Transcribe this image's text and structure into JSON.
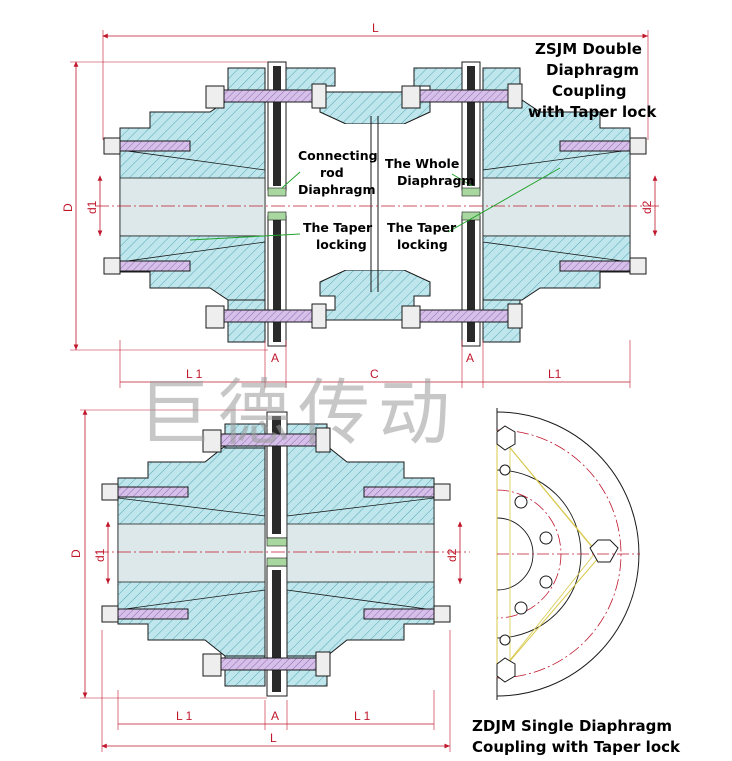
{
  "titles": {
    "zsjm": [
      "ZSJM Double",
      "Diaphragm",
      "Coupling",
      "with Taper lock"
    ],
    "zdjm": [
      "ZDJM  Single Diaphragm",
      "Coupling with Taper lock"
    ]
  },
  "callouts": {
    "connecting_rod": [
      "Connecting",
      "rod",
      "Diaphragm"
    ],
    "whole": [
      "The Whole",
      "Diaphragm"
    ],
    "taper_left": [
      "The Taper",
      "locking"
    ],
    "taper_right": [
      "The Taper",
      "locking"
    ]
  },
  "dims": {
    "L": "L",
    "D": "D",
    "d1": "d1",
    "d2": "d2",
    "A": "A",
    "C": "C",
    "L1_left": "L 1",
    "L1_right": "L1",
    "L1": "L 1"
  },
  "watermark": "巨德传动",
  "colors": {
    "hatch_fill": "#bfe6ec",
    "hatch_line": "#3a9aa8",
    "outline": "#1a1a1a",
    "dimension": "#c0172d",
    "centerline": "#c0172d",
    "bolt": "#c8a8e0",
    "diaphragm": "#2a2a2a",
    "callout_line": "#22a32a",
    "end_view_line": "#d8c84a"
  }
}
